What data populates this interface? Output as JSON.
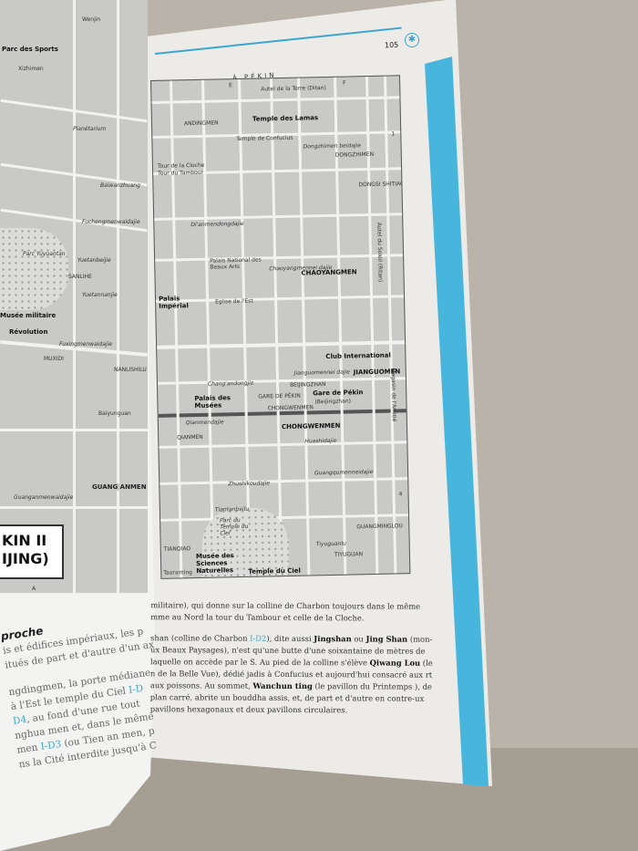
{
  "page": {
    "number": "105",
    "running_title": "À PÉKIN",
    "compass_icon": "compass-icon",
    "accent_color": "#47b5dc"
  },
  "map_right": {
    "grid": {
      "col_e": "E",
      "col_f": "F",
      "row_1": "1",
      "row_4": "4"
    },
    "labels": {
      "autel_terre": "Autel de la Terre (Ditan)",
      "temple_lamas": "Temple des Lamas",
      "temple_confucius": "Temple de Confucius",
      "andingmen": "ANDINGMEN",
      "dongzhimen_beidajie": "Dongzhimen beidajie",
      "dongzhimen": "DONGZHIMEN",
      "tour_cloche": "Tour de la Cloche",
      "tour_tambour": "Tour du Tambour",
      "dongsi_shitiao": "DONGSI SHITIAO",
      "dianmendongdajie": "Di'anmendongdajie",
      "autel_soleil": "Autel du Soleil (Ritan)",
      "palais_beaux_arts": "Palais National des Beaux Arts",
      "chaoyangmen_dajie": "Chaoyangmennei dajie",
      "chaoyangmen": "CHAOYANGMEN",
      "eglise_est": "Eglise de l'Est",
      "palais_imperial": "Palais Impérial",
      "club_international": "Club International",
      "jianguomen_dajie": "Jianguomennei dajie",
      "jianguomen": "JIANGUOMEN",
      "magasin_amitie": "Magasin de l'Amitié",
      "changandongjie": "Chang'andongjie",
      "beijingzhan": "BEIJINGZHAN",
      "gare_pekin_station": "GARE DE PÉKIN",
      "gare_pekin": "Gare de Pékin",
      "gare_pekin_cn": "(Beijingzhan)",
      "palais_musees": "Palais des Musées",
      "chongwenmen_station": "CHONGWENMEN",
      "qianmendajie": "Qianmendajie",
      "chongwenmen": "CHONGWENMEN",
      "qianmen": "QIANMEN",
      "huashidajie": "Huashidajie",
      "guangqumen": "Guangqumenneidajie",
      "zhushikoudajie": "Zhushikoudajie",
      "tiantanbeilu": "Tiantanbeilu",
      "parc_temple_ciel": "Parc du Temple du Ciel",
      "guangminglou": "GUANGMINGLOU",
      "tiyuguanlu": "Tiyuguanlu",
      "tiyuguan": "TIYUGUAN",
      "tianqiao": "TIANQIAO",
      "musee_sciences": "Musée des Sciences Naturelles",
      "temple_ciel": "Temple du Ciel",
      "taoranting": "Taoranting"
    }
  },
  "map_left": {
    "labels": {
      "wenjin": "Wenjin",
      "parc_zoo": "Parc des Sports",
      "xizhimen": "Xizhimen",
      "planetarium": "Planétarium",
      "baiwanzhuang": "Baiwanzhuang",
      "fuchengmen": "Fuchengmenwaidajie",
      "parc_yuyuantan": "Parc Yuyuantan",
      "yuetanbeijie": "Yuetanbeijie",
      "sanlihe": "SANLIHE",
      "yuetannanjie": "Yuetannanjie",
      "musee_militaire": "Musée militaire",
      "revolution": "Révolution",
      "fuxingmen": "Fuxingmenwaidajie",
      "muxidi": "MUXIDI",
      "nanlishilu": "NANLISHILU",
      "baiyunguan": "Baiyunguan",
      "guanganmen_dajie": "Guanganmenwaidajie",
      "guanganmen": "GUANG ANMEN",
      "map_title_line1": "KIN II",
      "map_title_line2": "IJING)",
      "col_a": "A"
    }
  },
  "text_right": {
    "p1_l1": "militaire), qui donne sur la colline de Charbon toujours dans le même",
    "p1_l2": "mme au Nord la tour du Tambour et celle de la Cloche.",
    "p2_a": "shan (colline de Charbon ",
    "p2_ref": "I-D2",
    "p2_b": "), dite aussi ",
    "p2_jingshan": "Jingshan",
    "p2_c": " ou ",
    "p2_jingshan2": "Jing Shan",
    "p2_d": " (mon-ux Beaux Paysages), n'est qu'une butte d'une soixantaine de mètres de laquelle on accède par le S. Au pied de la colline s'élève ",
    "p2_qiwang": "Qiwang Lou",
    "p2_e": " (le n de la Belle Vue), dédié jadis à Confucius et aujourd'hui consacré aux rt aux poissons. Au sommet, ",
    "p2_wanchun": "Wanchun ting",
    "p2_f": " (le pavillon du Printemps ), de plan carré, abrite un bouddha assis, et, de part et d'autre en contre-ux pavillons hexagonaux et deux pavillons circulaires."
  },
  "text_left": {
    "heading": "proche",
    "l1": "is et édifices impériaux, les p",
    "l2": "itués de part et d'autre d'un ax",
    "l3": "ngdingmen, la porte médiane",
    "l4a": "à l'Est le temple du Ciel ",
    "l4ref": "I-D",
    "l5ref": "D4",
    "l5": ", au fond d'une rue tout",
    "l6": "nghua men et, dans le même",
    "l7a": "men ",
    "l7ref": "I-D3",
    "l7b": " (ou Tien an men, p",
    "l8": "ns la Cité interdite jusqu'à C"
  }
}
